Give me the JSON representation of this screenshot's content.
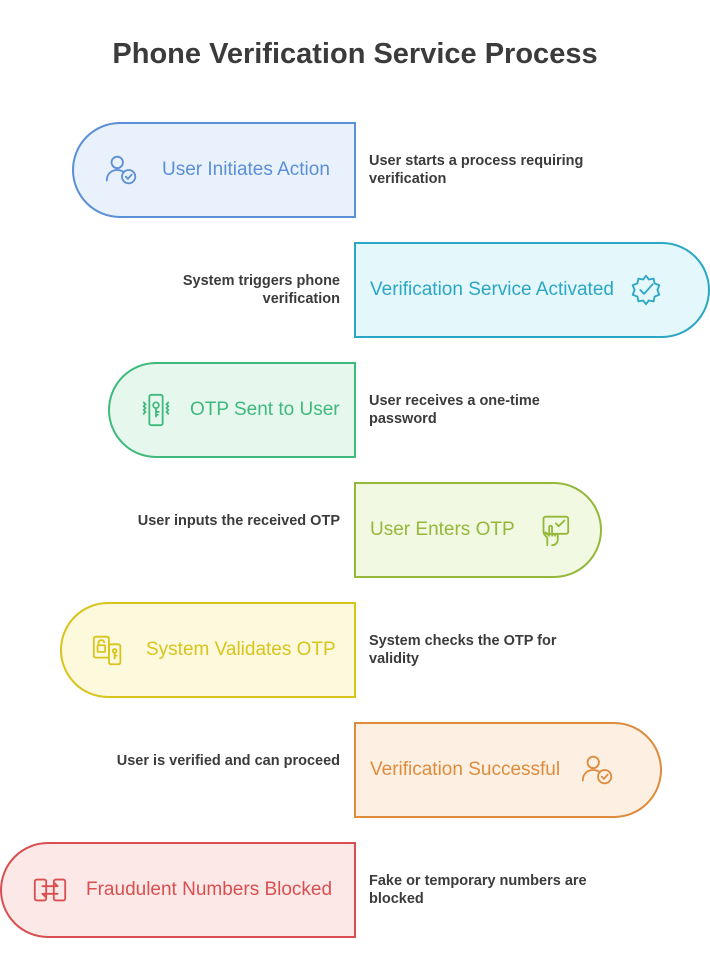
{
  "title": "Phone Verification Service Process",
  "steps": [
    {
      "label": "User Initiates Action",
      "description": "User starts a process requiring verification",
      "icon": "user-check-icon",
      "color": "#5b8fd6",
      "fill": "#e9f1fd"
    },
    {
      "label": "Verification Service Activated",
      "description": "System triggers phone verification",
      "icon": "gear-check-icon",
      "color": "#2aa7c4",
      "fill": "#e4f7fb"
    },
    {
      "label": "OTP Sent to User",
      "description": "User receives a one-time password",
      "icon": "phone-key-icon",
      "color": "#3fb97c",
      "fill": "#e6f8ee"
    },
    {
      "label": "User Enters OTP",
      "description": "User inputs the received OTP",
      "icon": "hand-tap-icon",
      "color": "#94b83a",
      "fill": "#f2f9e2"
    },
    {
      "label": "System Validates OTP",
      "description": "System checks the OTP for validity",
      "icon": "lock-phone-icon",
      "color": "#d8c41d",
      "fill": "#fcf9dc"
    },
    {
      "label": "Verification Successful",
      "description": "User is verified and can proceed",
      "icon": "user-check-icon",
      "color": "#de8c3c",
      "fill": "#fdf0e3"
    },
    {
      "label": "Fraudulent Numbers Blocked",
      "description": "Fake or temporary numbers are blocked",
      "icon": "swap-block-icon",
      "color": "#d94f4f",
      "fill": "#fde8e8"
    }
  ]
}
